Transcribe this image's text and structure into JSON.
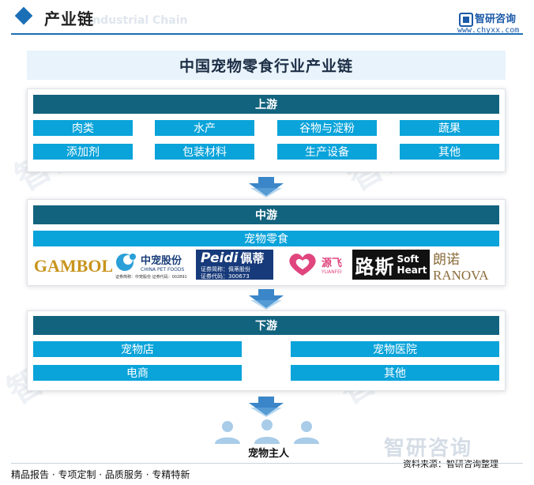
{
  "header": {
    "title": "产业链",
    "ghost_text": "Industrial Chain",
    "brand_name": "智研咨询",
    "brand_url": "www.chyxx.com"
  },
  "watermark": "智研咨询",
  "main_title": "中国宠物零食行业产业链",
  "upstream": {
    "label": "上游",
    "items": [
      "肉类",
      "水产",
      "谷物与淀粉",
      "蔬果",
      "添加剂",
      "包装材料",
      "生产设备",
      "其他"
    ]
  },
  "midstream": {
    "label": "中游",
    "product": "宠物零食",
    "brand_logos": {
      "gambol": "GAMBOL",
      "zhongchong_cn": "中宠股份",
      "zhongchong_en": "CHINA PET FOODS",
      "zhongchong_code": "证券简称：中宠股份  证券代码：002891",
      "peidi_en": "Peidi",
      "peidi_cn": "佩蒂",
      "peidi_code1": "证券简称：佩蒂股份",
      "peidi_code2": "证券代码：300673",
      "yuanfei_cn": "源飞",
      "yuanfei_en": "YUANFEI",
      "lusi_cn": "路斯",
      "lusi_en1": "Soft",
      "lusi_en2": "Heart",
      "ranova": "朗诺RANOVA"
    }
  },
  "downstream": {
    "label": "下游",
    "items": [
      "宠物店",
      "宠物医院",
      "电商",
      "其他"
    ]
  },
  "end_user": "宠物主人",
  "footer": {
    "tagline": "精品报告 · 专项定制 · 品质服务 · 专精特新",
    "source": "资料来源：智研咨询整理",
    "big_brand": "智研咨询"
  },
  "colors": {
    "accent": "#1a6fb6",
    "bar": "#12637e",
    "cell": "#0aa3da",
    "arrow": "#3a86c8"
  }
}
